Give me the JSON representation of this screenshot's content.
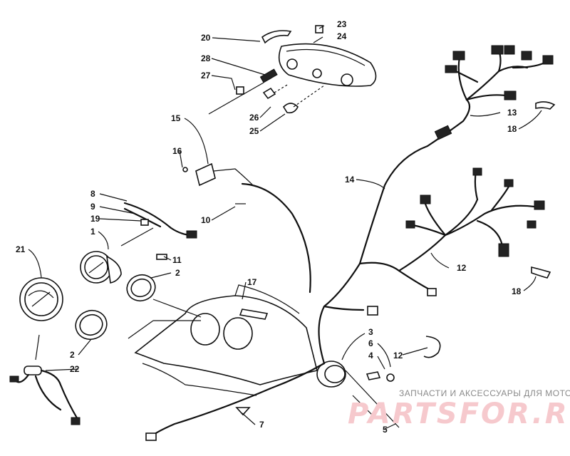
{
  "callouts": [
    "20",
    "23",
    "24",
    "28",
    "27",
    "26",
    "25",
    "15",
    "16",
    "10",
    "8",
    "9",
    "19",
    "1",
    "11",
    "2",
    "21",
    "17",
    "2",
    "22",
    "7",
    "3",
    "6",
    "4",
    "12",
    "5",
    "14",
    "13",
    "18",
    "18",
    "12"
  ],
  "watermark": {
    "tagline": "ЗАПЧАСТИ И АКСЕССУАРЫ ДЛЯ МОТОТЕХНИКИ",
    "logo_text": "PARTSFOR.RU",
    "color": "#f6c9cd"
  }
}
